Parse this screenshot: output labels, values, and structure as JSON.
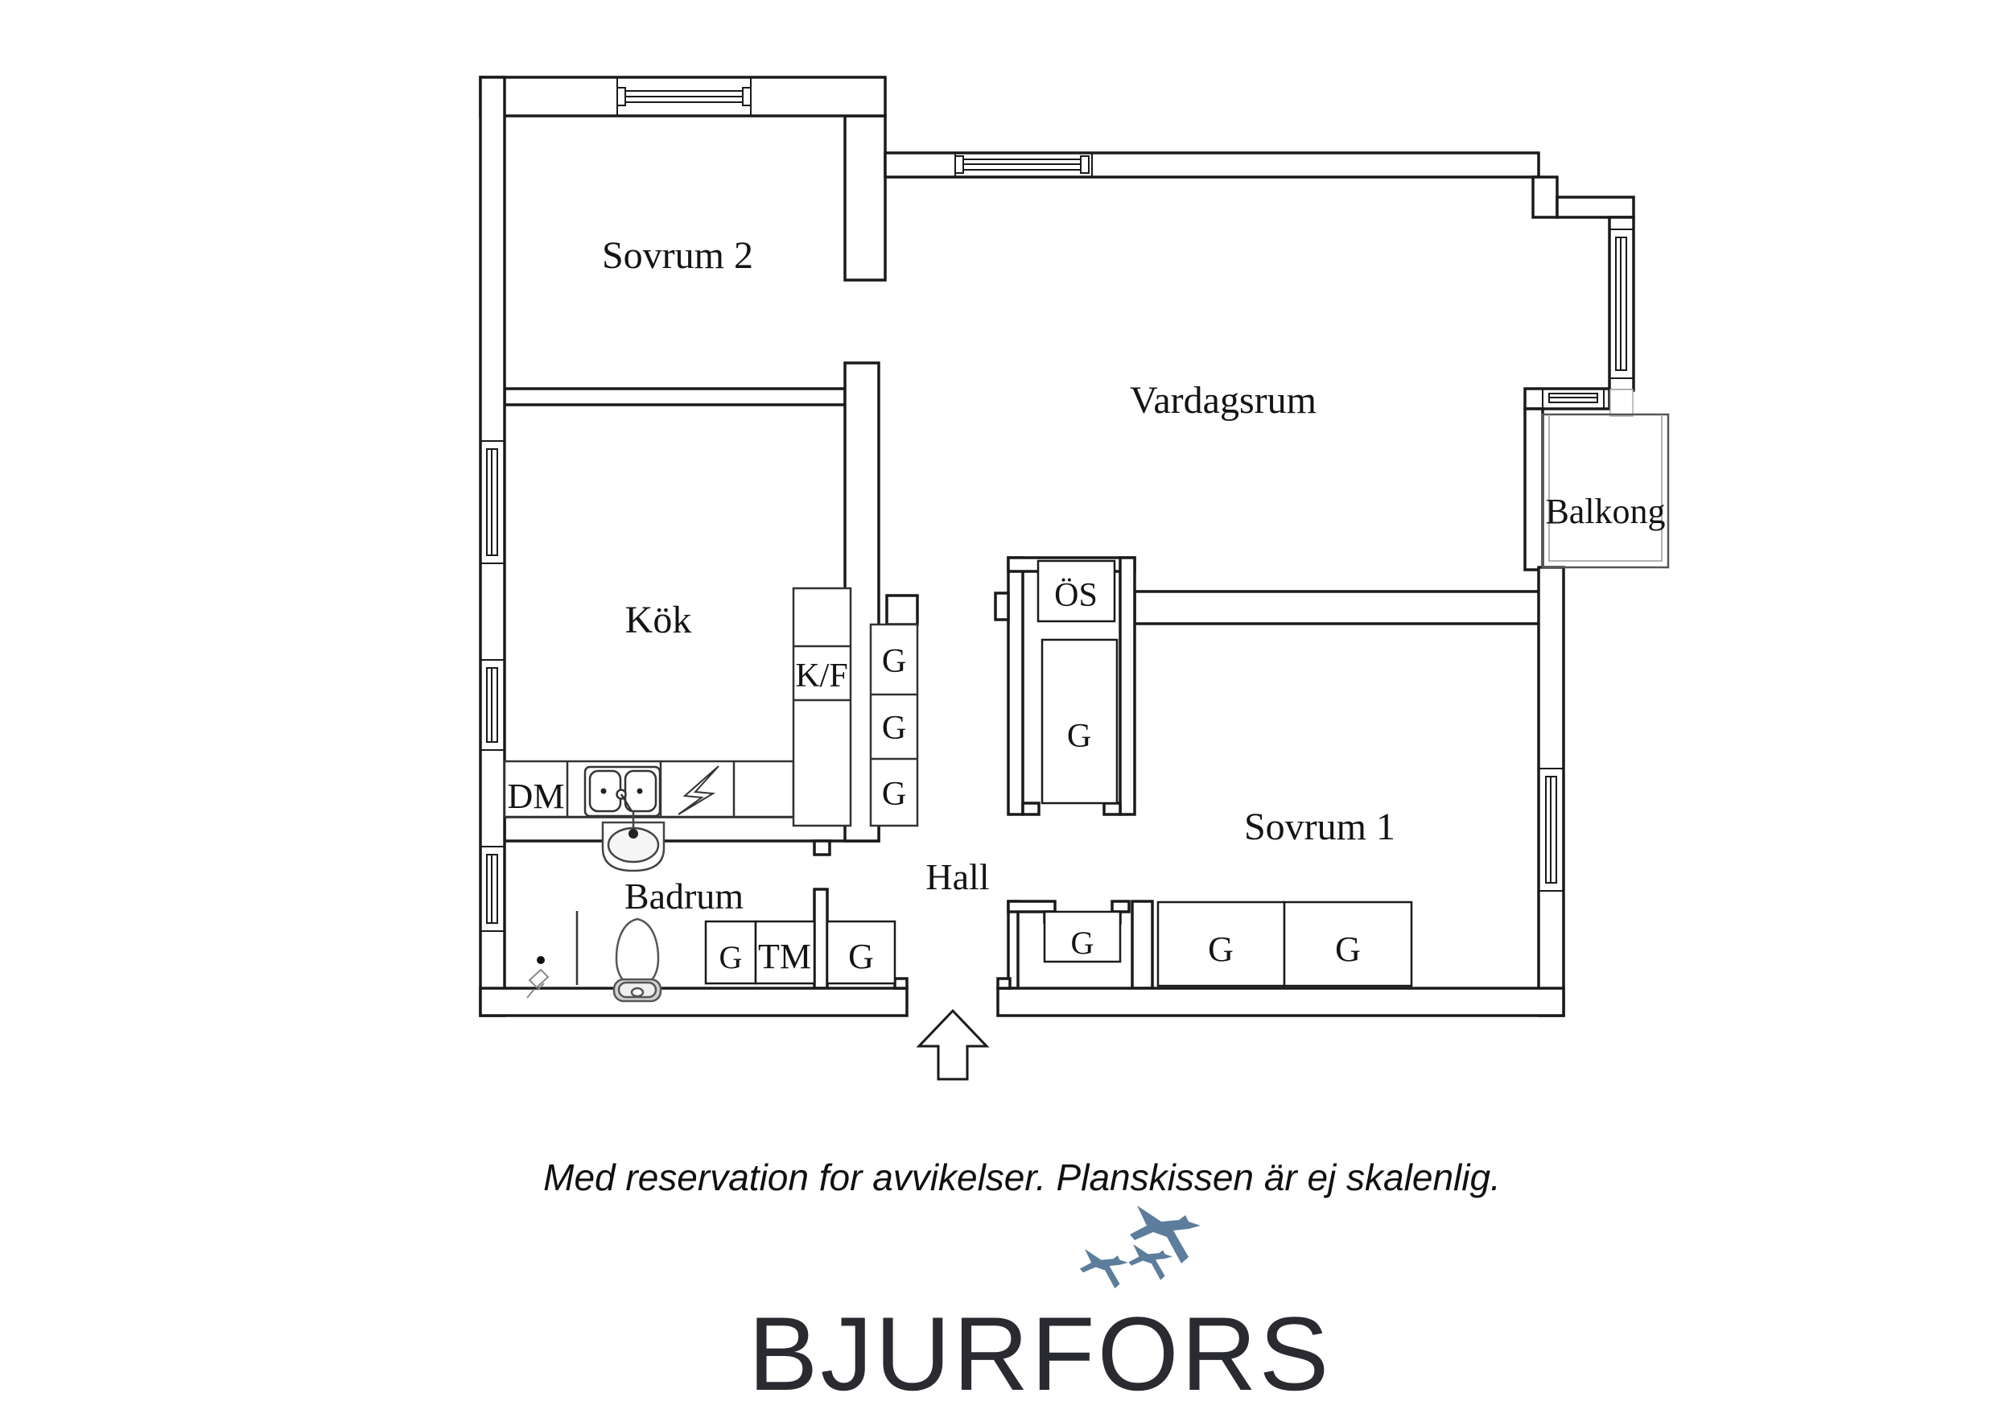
{
  "title": "Planskiss",
  "colors": {
    "wall_stroke": "#1a1a1a",
    "fixture_stroke": "#333333",
    "light_stroke": "#8a8a8a",
    "bird_blue": "#5c7d9c",
    "logo_text": "#2a2a31",
    "tank_gray": "#d2d2d2"
  },
  "rooms": {
    "sovrum2": {
      "label": "Sovrum 2"
    },
    "vardagsrum": {
      "label": "Vardagsrum"
    },
    "balkong": {
      "label": "Balkong"
    },
    "kok": {
      "label": "Kök"
    },
    "sovrum1": {
      "label": "Sovrum 1"
    },
    "badrum": {
      "label": "Badrum"
    },
    "hall": {
      "label": "Hall"
    }
  },
  "fixtures": {
    "dm": {
      "label": "DM"
    },
    "kf": {
      "label": "K/F"
    },
    "os": {
      "label": "ÖS"
    },
    "tm": {
      "label": "TM"
    }
  },
  "closets": {
    "hall_col_top": {
      "label": "G"
    },
    "hall_col_mid": {
      "label": "G"
    },
    "hall_col_bottom": {
      "label": "G"
    },
    "os_tall": {
      "label": "G"
    },
    "badrum_row": {
      "label": "G"
    },
    "hall_row": {
      "label": "G"
    },
    "entry_alcove": {
      "label": "G"
    },
    "sovrum1_left": {
      "label": "G"
    },
    "sovrum1_right": {
      "label": "G"
    }
  },
  "icons": {
    "entrance_arrow": "up-arrow-entrance",
    "birds": "three-flying-birds",
    "sink_kitchen": "double-basin-sink",
    "stove": "lightning-bolt-stove",
    "wash_basin": "oval-wash-basin",
    "toilet": "toilet-top-view",
    "shower": "shower-head"
  },
  "footer": {
    "disclaimer": "Med reservation for avvikelser. Planskissen är ej skalenlig."
  },
  "logo": {
    "brand": "BJURFORS"
  }
}
